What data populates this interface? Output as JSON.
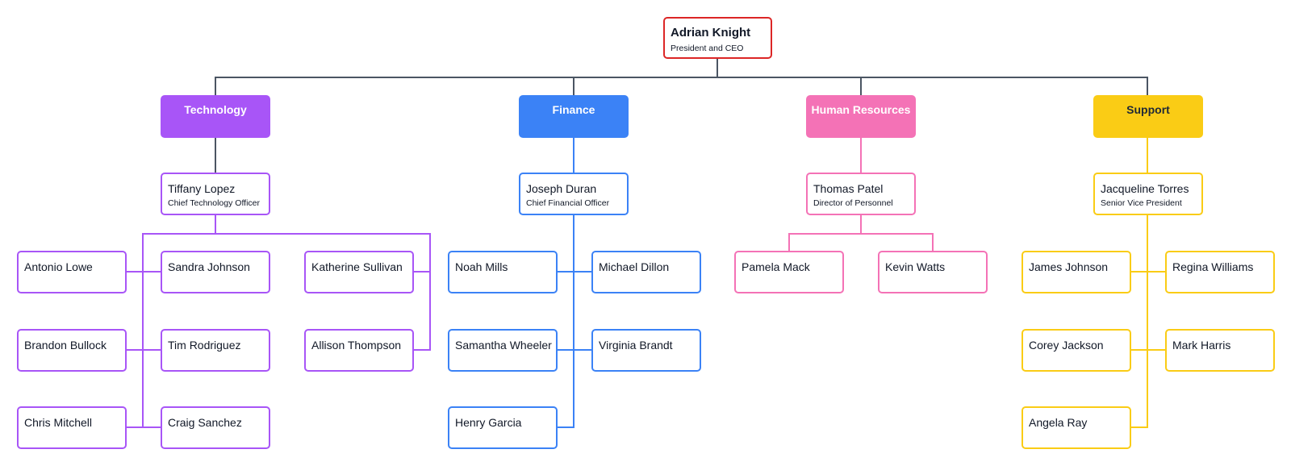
{
  "colors": {
    "ceo": "#dc2626",
    "trunk": "#4b5563",
    "technology": "#a855f7",
    "finance": "#3b82f6",
    "hr": "#f472b6",
    "support": "#facc15",
    "support_text": "#1f2937",
    "dept_text": "#ffffff"
  },
  "ceo": {
    "name": "Adrian Knight",
    "title": "President and CEO"
  },
  "departments": {
    "technology": {
      "label": "Technology",
      "head": {
        "name": "Tiffany Lopez",
        "title": "Chief Technology Officer"
      },
      "members": [
        "Antonio Lowe",
        "Sandra Johnson",
        "Katherine Sullivan",
        "Brandon Bullock",
        "Tim Rodriguez",
        "Allison Thompson",
        "Chris Mitchell",
        "Craig Sanchez"
      ]
    },
    "finance": {
      "label": "Finance",
      "head": {
        "name": "Joseph Duran",
        "title": "Chief Financial Officer"
      },
      "members": [
        "Noah Mills",
        "Michael Dillon",
        "Samantha Wheeler",
        "Virginia Brandt",
        "Henry Garcia"
      ]
    },
    "hr": {
      "label": "Human Resources",
      "head": {
        "name": "Thomas Patel",
        "title": "Director of Personnel"
      },
      "members": [
        "Pamela Mack",
        "Kevin Watts"
      ]
    },
    "support": {
      "label": "Support",
      "head": {
        "name": "Jacqueline Torres",
        "title": "Senior Vice President"
      },
      "members": [
        "James Johnson",
        "Regina Williams",
        "Corey Jackson",
        "Mark Harris",
        "Angela Ray"
      ]
    }
  }
}
